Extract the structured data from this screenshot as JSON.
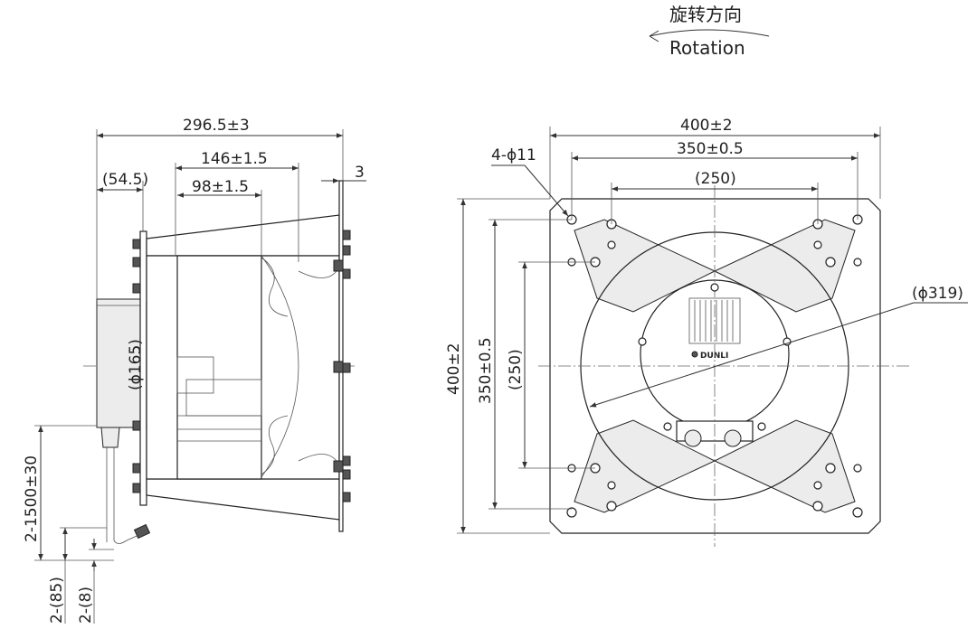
{
  "rotation": {
    "label_cn": "旋转方向",
    "label_en": "Rotation"
  },
  "side_view": {
    "overall_length": "296.5±3",
    "inlet_length": "146±1.5",
    "impeller_length": "98±1.5",
    "box_offset": "(54.5)",
    "plate_thickness": "3",
    "hub_diameter": "(ϕ165)",
    "cable_length": "2-1500±30",
    "wire_strip": "2-(85)",
    "wire_end": "2-(8)"
  },
  "front_view": {
    "plate_width": "400±2",
    "hole_spacing": "350±0.5",
    "inner_spacing": "(250)",
    "plate_height": "400±2",
    "hole_spacing_v": "350±0.5",
    "inner_spacing_v": "(250)",
    "mount_holes": "4-ϕ11",
    "impeller_diameter": "(ϕ319)",
    "brand": "DUNLI"
  }
}
